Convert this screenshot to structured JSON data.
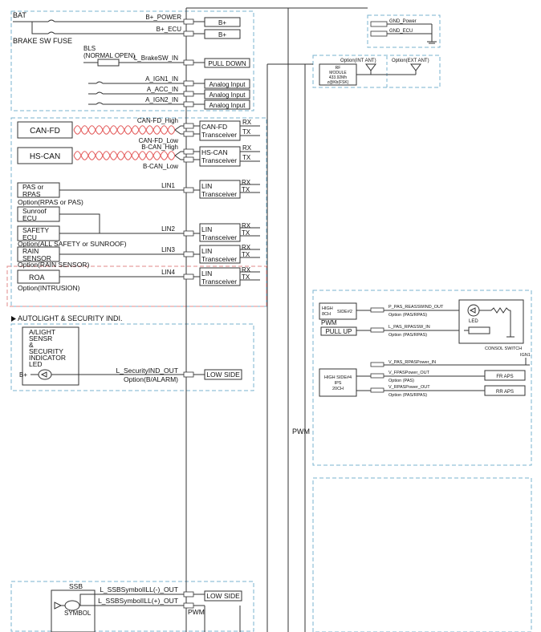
{
  "section_labels": {
    "bat": "BAT",
    "brake_sw_fuse": "BRAKE SW FUSE",
    "bls": "BLS",
    "normal_open": "(NORMAL OPEN)",
    "autolight_security": "AUTOLIGHT & SECURITY INDI.",
    "ssb": "SSB",
    "symbol": "SYMBOL"
  },
  "power_signals": {
    "b_power": "B+_POWER",
    "b_ecu": "B+_ECU",
    "l_brakesw_in": "L_BrakeSW_IN",
    "a_ign1_in": "A_IGN1_IN",
    "a_acc_in": "A_ACC_IN",
    "a_ign2_in": "A_IGN2_IN"
  },
  "power_boxes": {
    "b_plus_1": "B+",
    "b_plus_2": "B+",
    "pull_down": "PULL DOWN",
    "analog_1": "Analog Input",
    "analog_2": "Analog Input",
    "analog_3": "Analog Input"
  },
  "gnd": {
    "gnd_power": "GND_Power",
    "gnd_ecu": "GND_ECU"
  },
  "rf": {
    "int_ant": "Option(INT ANT)",
    "ext_ant": "Option(EXT ANT)",
    "module_line1": "RF",
    "module_line2": "MODULE",
    "module_line3": "433.92Mh",
    "module_line4": "z@Kb(FSK)"
  },
  "can": {
    "can_fd": "CAN-FD",
    "hs_can": "HS-CAN",
    "can_fd_high": "CAN-FD_High",
    "can_fd_low": "CAN-FD_Low",
    "b_can_high": "B-CAN_High",
    "b_can_low": "B-CAN_Low",
    "can_fd_tr1": "CAN-FD",
    "can_fd_tr2": "Transceiver",
    "hs_can_tr1": "HS-CAN",
    "hs_can_tr2": "Transceiver"
  },
  "lin": {
    "pas_line1": "PAS or",
    "pas_line2": "RPAS",
    "pas_option": "Option(RPAS or PAS)",
    "sunroof_line1": "Sunroof",
    "sunroof_line2": "ECU",
    "safety_line1": "SAFETY",
    "safety_line2": "ECU",
    "safety_option": "Option(ALL SAFETY or SUNROOF)",
    "rain_line1": "RAIN",
    "rain_line2": "SENSOR",
    "rain_option": "Option(RAIN SENSOR)",
    "roa": "ROA",
    "roa_option": "Option(INTRUSION)",
    "lin1": "LIN1",
    "lin2": "LIN2",
    "lin3": "LIN3",
    "lin4": "LIN4",
    "lin_tr1": "LIN",
    "lin_tr2": "Transceiver"
  },
  "rxtx": {
    "rx": "RX",
    "tx": "TX"
  },
  "security": {
    "sensor_line1": "A/LIGHT",
    "sensor_line2": "SENSR",
    "sensor_line3": "&",
    "sensor_line4": "SECURITY",
    "sensor_line5": "INDICATOR",
    "sensor_line6": "LED",
    "b_plus": "B+",
    "signal": "L_SecurityIND_OUT",
    "option": "Option(B/ALARM)",
    "low_side": "LOW SIDE"
  },
  "pwm": {
    "label": "PWM",
    "label_bottom": "PWM"
  },
  "right_panel": {
    "high_side2_line1": "HIGH",
    "high_side2_line2": "SIDE#2",
    "high_side2_line3": "8CH",
    "pwm": "PWM",
    "pull_up": "PULL UP",
    "pas_reasswind_out": "P_PAS_REASSWIND_OUT",
    "pas_reasswind_opt": "Option (PAS/RPAS)",
    "pas_rpassw_in": "L_PAS_RPASSW_IN",
    "pas_rpassw_opt": "Option (PAS/RPAS)",
    "led": "LED",
    "consol_switch": "CONSOL SWITCH",
    "ign1": "IGN1",
    "v_pas_power_in": "V_PAS_RPASPower_IN",
    "high_side4_line1": "HIGH SIDE#4",
    "high_side4_line2": "IPS",
    "high_side4_line3": "20CH",
    "fpas_power_out": "V_FPASPower_OUT",
    "fpas_opt": "Option (PAS)",
    "fr_aps": "FR APS",
    "rpas_power_out": "V_RPASPower_OUT",
    "rpas_opt": "Option (PAS/RPAS)",
    "rr_aps": "RR APS"
  },
  "ssb": {
    "signal_minus": "L_SSBSymbolILL(-)_OUT",
    "signal_plus": "L_SSBSymbolILL(+)_OUT",
    "low_side": "LOW SIDE",
    "pwm": "PWM"
  }
}
